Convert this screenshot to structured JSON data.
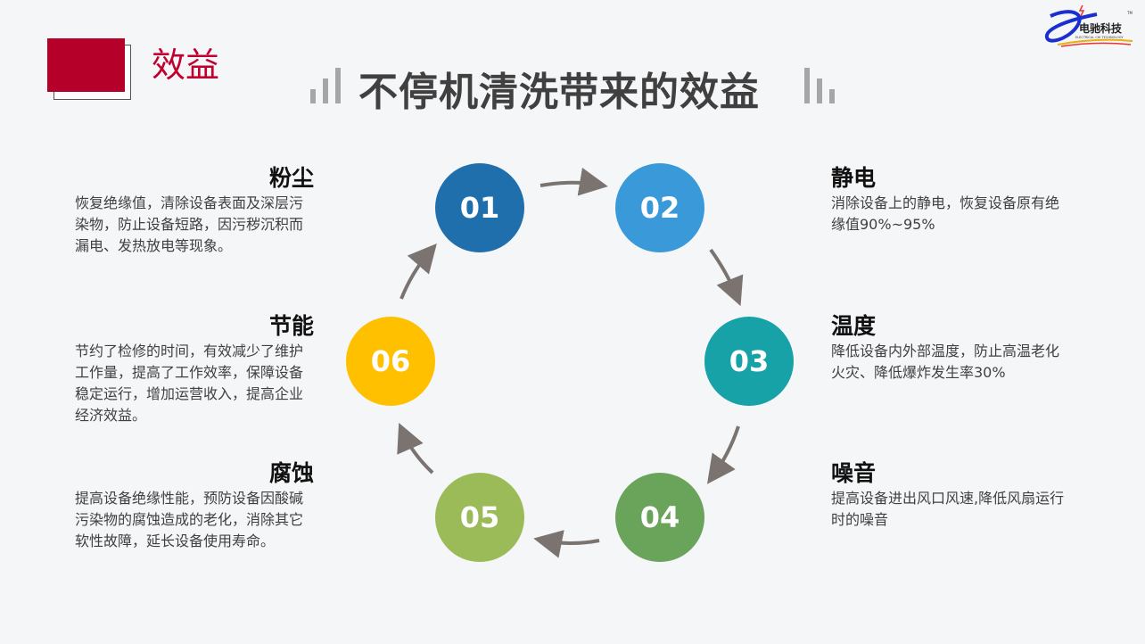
{
  "header": {
    "section": "效益",
    "title": "不停机清洗带来的效益",
    "logo_text": "电驰科技",
    "logo_sub": "ELECTRICAL CHI TECHNOLOGY",
    "logo_tm": "TM"
  },
  "steps": [
    {
      "num": "01",
      "color": "#1f6fad",
      "title": "粉尘",
      "text": "恢复绝缘值，清除设备表面及深层污染物，防止设备短路，因污秽沉积而漏电、发热放电等现象。"
    },
    {
      "num": "02",
      "color": "#3a9ad9",
      "title": "静电",
      "text": "消除设备上的静电，恢复设备原有绝缘值90%~95%"
    },
    {
      "num": "03",
      "color": "#17a2a8",
      "title": "温度",
      "text": "降低设备内外部温度，防止高温老化火灾、降低爆炸发生率30%"
    },
    {
      "num": "04",
      "color": "#6aa35a",
      "title": "噪音",
      "text": "提高设备进出风口风速,降低风扇运行时的噪音"
    },
    {
      "num": "05",
      "color": "#9bbb59",
      "title": "腐蚀",
      "text": "提高设备绝缘性能，预防设备因酸碱污染物的腐蚀造成的老化，消除其它软性故障，延长设备使用寿命。"
    },
    {
      "num": "06",
      "color": "#ffc000",
      "title": "节能",
      "text": "节约了检修的时间，有效减少了维护工作量，提高了工作效率，保障设备稳定运行，增加运营收入，提高企业经济效益。"
    }
  ]
}
